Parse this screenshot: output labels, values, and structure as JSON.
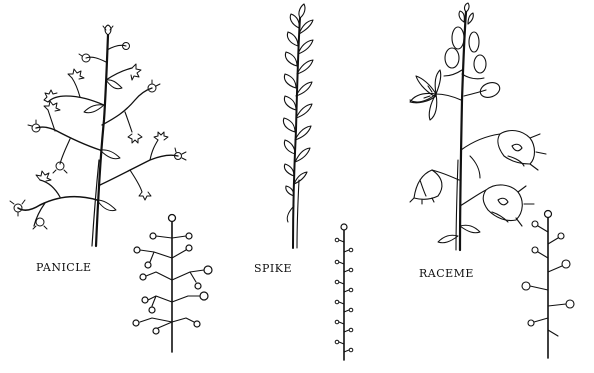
{
  "labels": {
    "panicle": "PANICLE",
    "spike": "SPIKE",
    "raceme": "RACEME"
  },
  "colors": {
    "ink": "#111111",
    "background": "#ffffff"
  }
}
